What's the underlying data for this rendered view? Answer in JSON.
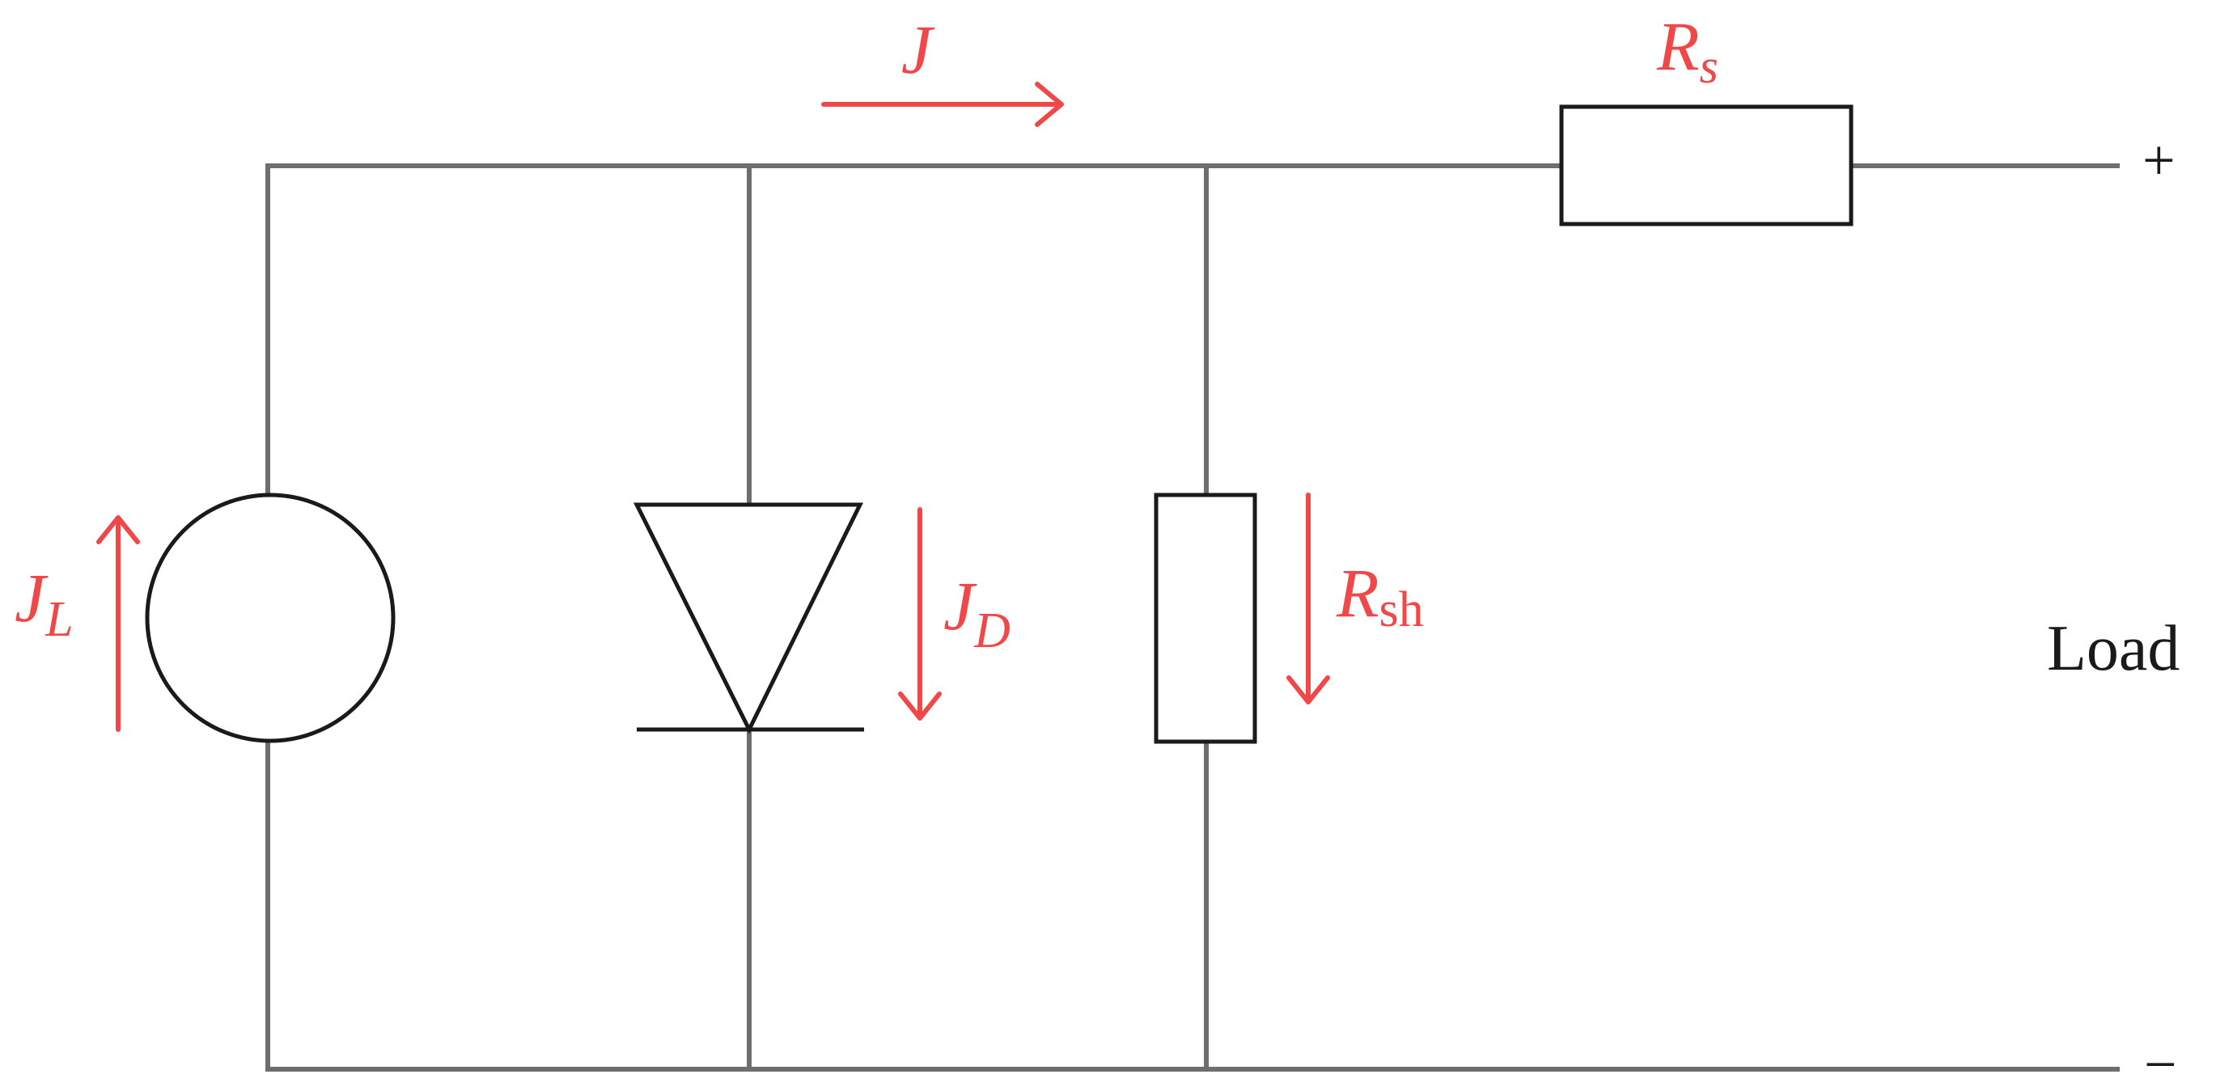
{
  "labels": {
    "current_total": "J",
    "series_resistor_main": "R",
    "series_resistor_sub": "s",
    "source_current_main": "J",
    "source_current_sub": "L",
    "diode_current_main": "J",
    "diode_current_sub": "D",
    "shunt_resistor_main": "R",
    "shunt_resistor_sub": "sh",
    "load": "Load",
    "terminal_positive": "+",
    "terminal_negative": "−"
  },
  "colors": {
    "wire": "#6e6e6e",
    "component": "#1a1a1a",
    "annotation": "#f04848"
  }
}
